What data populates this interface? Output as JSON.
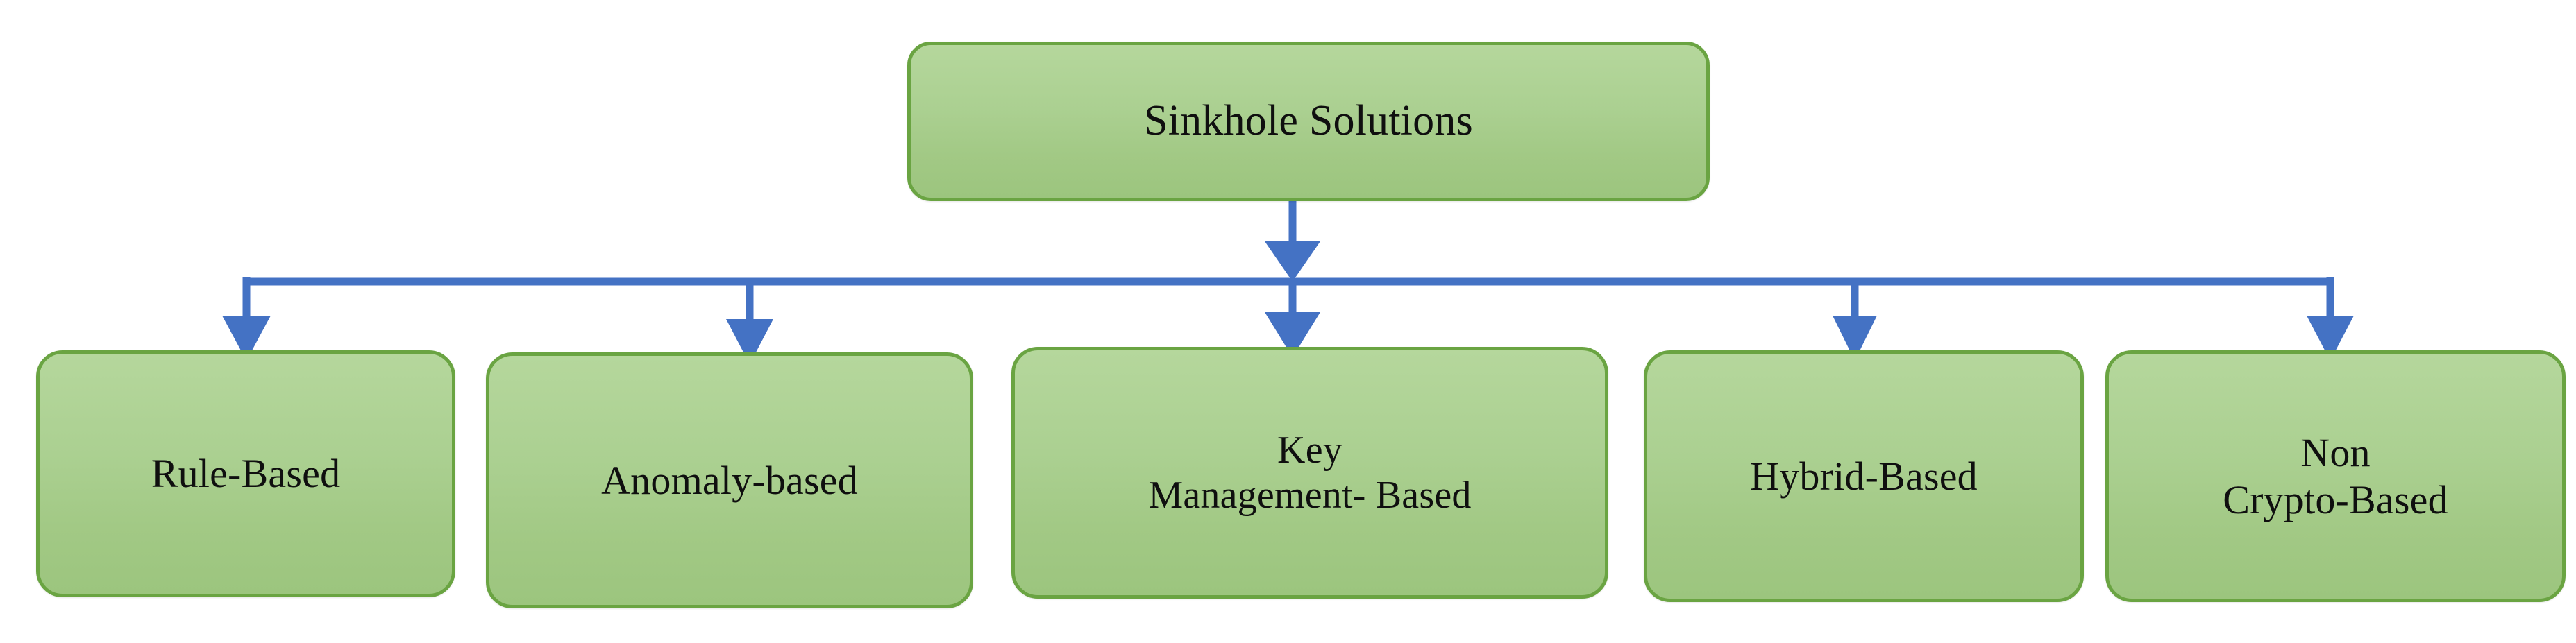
{
  "diagram": {
    "title": "Sinkhole Solutions",
    "background_color": "#ffffff",
    "node_fill_top": "#b5d79c",
    "node_fill_bottom": "#9cc57e",
    "node_border_color": "#6aa442",
    "connector_color": "#4472c4",
    "text_color": "#0f0f0f",
    "root": {
      "label": "Sinkhole Solutions"
    },
    "children": [
      {
        "label": "Rule-Based"
      },
      {
        "label": "Anomaly-based"
      },
      {
        "label": "Key\nManagement- Based"
      },
      {
        "label": "Hybrid-Based"
      },
      {
        "label": "Non\nCrypto-Based"
      }
    ]
  }
}
